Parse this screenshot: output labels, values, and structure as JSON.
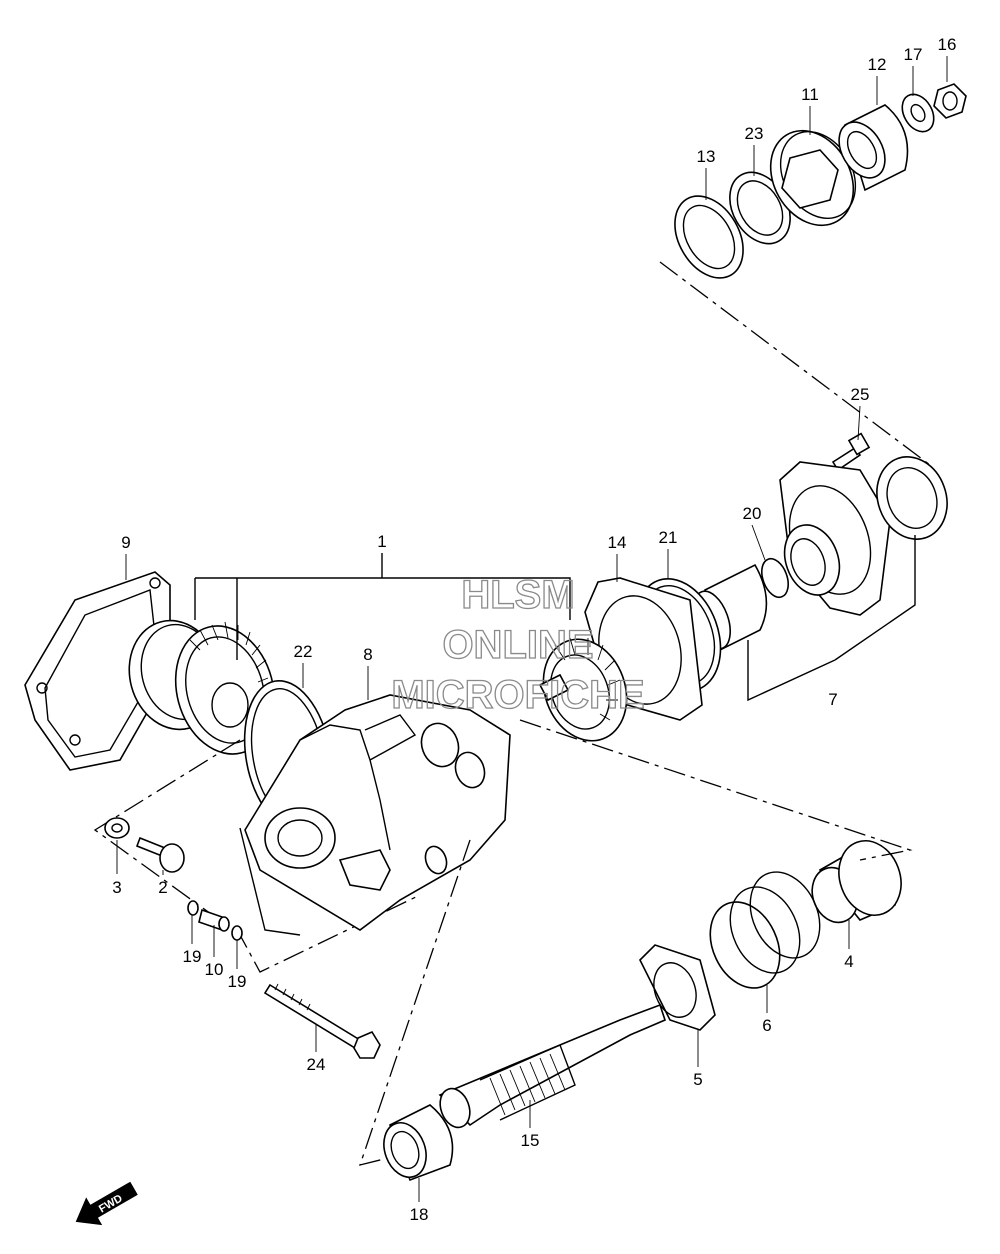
{
  "watermark": {
    "line1": "HLSM",
    "line2": "ONLINE",
    "line3": "MICROFICHE"
  },
  "fwd_label": "FWD",
  "part_labels": {
    "p1": "1",
    "p2": "2",
    "p3": "3",
    "p4": "4",
    "p5": "5",
    "p6": "6",
    "p7": "7",
    "p8": "8",
    "p9": "9",
    "p10": "10",
    "p11": "11",
    "p12": "12",
    "p13": "13",
    "p14": "14",
    "p15": "15",
    "p16": "16",
    "p17": "17",
    "p18": "18",
    "p19a": "19",
    "p19b": "19",
    "p20": "20",
    "p21": "21",
    "p22": "22",
    "p23": "23",
    "p24": "24",
    "p25": "25"
  }
}
